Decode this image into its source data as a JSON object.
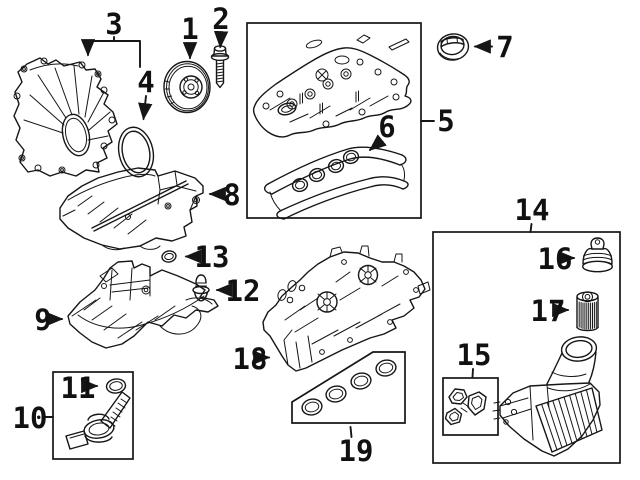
{
  "figure": {
    "background": "#ffffff",
    "line_color": "#161616"
  },
  "callouts": {
    "c1": "1",
    "c2": "2",
    "c3": "3",
    "c4": "4",
    "c5": "5",
    "c6": "6",
    "c7": "7",
    "c8": "8",
    "c9": "9",
    "c10": "10",
    "c11": "11",
    "c12": "12",
    "c13": "13",
    "c14": "14",
    "c15": "15",
    "c16": "16",
    "c17": "17",
    "c18": "18",
    "c19": "19"
  }
}
